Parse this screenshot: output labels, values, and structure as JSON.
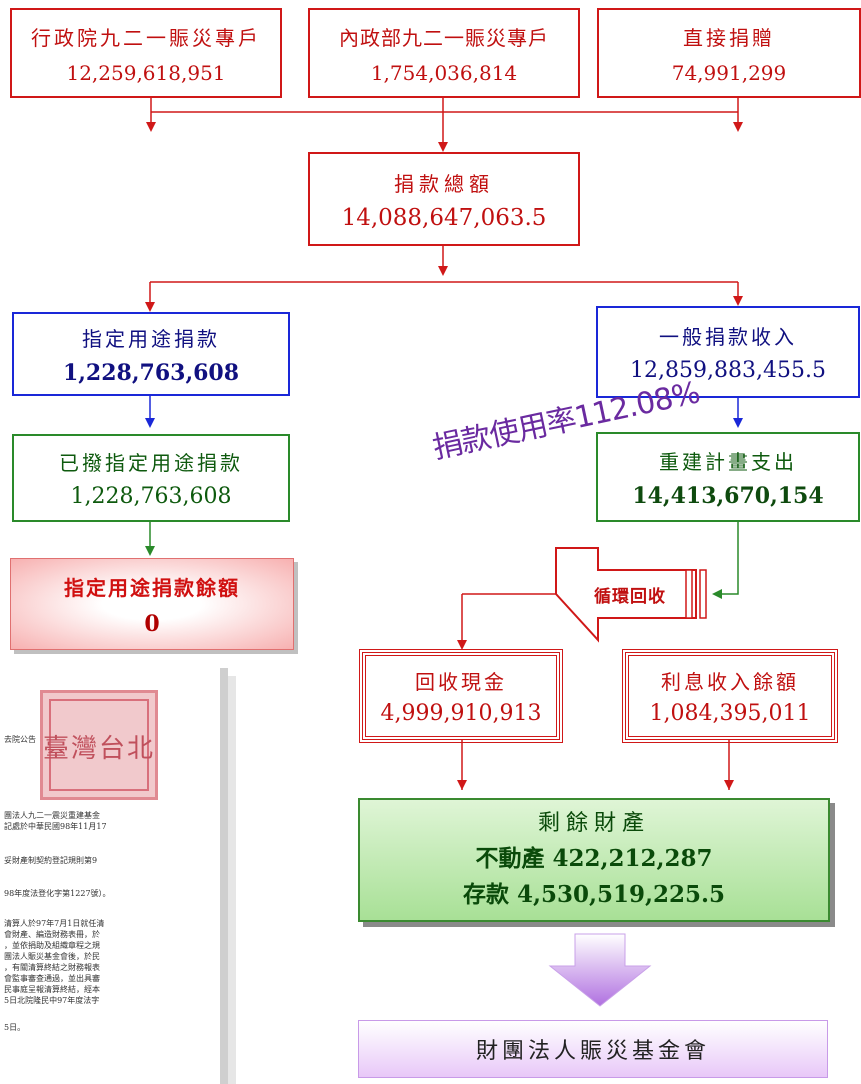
{
  "sources": [
    {
      "label": "行政院九二一賑災專戶",
      "amount": "12,259,618,951"
    },
    {
      "label": "內政部九二一賑災專戶",
      "amount": "1,754,036,814"
    },
    {
      "label": "直接捐贈",
      "amount": "74,991,299"
    }
  ],
  "total": {
    "label": "捐款總額",
    "amount": "14,088,647,063.5"
  },
  "designated": {
    "label": "指定用途捐款",
    "amount": "1,228,763,608"
  },
  "designated_used": {
    "label": "已撥指定用途捐款",
    "amount": "1,228,763,608"
  },
  "designated_balance": {
    "label": "指定用途捐款餘額",
    "amount": "0"
  },
  "general": {
    "label": "一般捐款收入",
    "amount": "12,859,883,455.5"
  },
  "rebuild": {
    "label": "重建計畫支出",
    "amount": "14,413,670,154"
  },
  "usage_rate": "捐款使用率112.08%",
  "recycle": "循環回收",
  "recovered_cash": {
    "label": "回收現金",
    "amount": "4,999,910,913"
  },
  "interest": {
    "label": "利息收入餘額",
    "amount": "1,084,395,011"
  },
  "surplus": {
    "title": "剩餘財產",
    "real_estate": "不動產 422,212,287",
    "deposit": "存款 4,530,519,225.5"
  },
  "foundation": "財團法人賑災基金會",
  "document": {
    "lines": [
      "去院公告",
      "團法人九二一震災重建基金",
      "記處於中華民國98年11月17",
      "妥財產制契約登記規則第9",
      "98年度法登化字第1227號）。",
      "清算人於97年7月1日就任清",
      "會財產、編造財務表冊，於",
      "，並依捐助及組織章程之規",
      "團法人賑災基金會後，於民",
      "，有關清算終結之財務報表",
      "會監事審查通過，並出具審",
      "民事庭呈報清算終結，經本",
      "5日北院隆民中97年度法字",
      "5日。"
    ]
  },
  "colors": {
    "red": "#d01818",
    "blue": "#1a28d8",
    "green": "#2a8a2a",
    "purple": "#6a2aa0"
  }
}
